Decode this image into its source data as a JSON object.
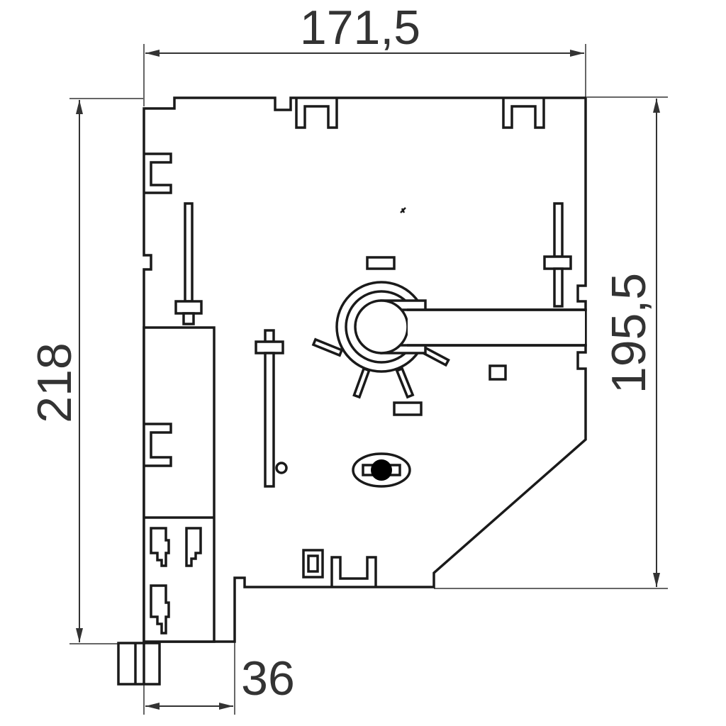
{
  "dimensions": {
    "width_top": "171,5",
    "height_left": "218",
    "height_right": "195,5",
    "width_bottom": "36"
  },
  "colors": {
    "line": "#1a1a1a",
    "dimension": "#333333",
    "background": "#ffffff",
    "knob_dot": "#000000"
  }
}
